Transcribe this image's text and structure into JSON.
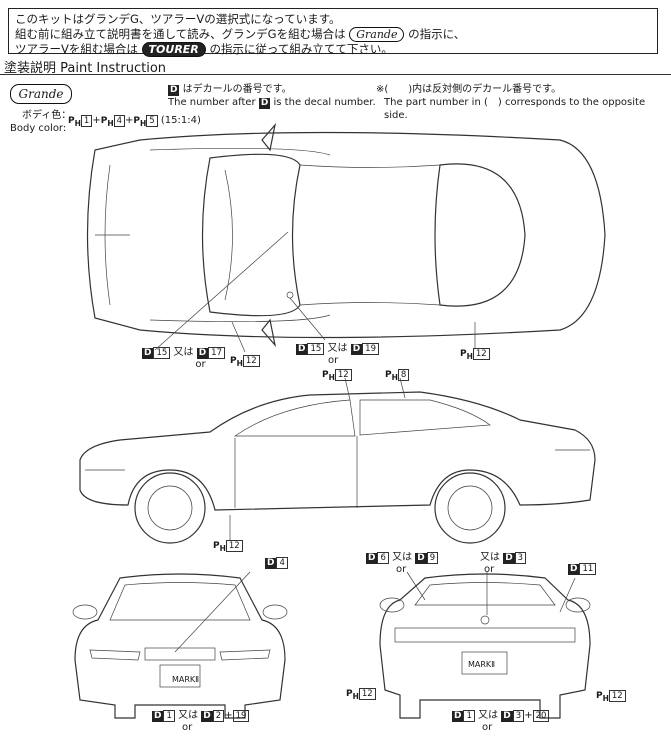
{
  "intro": {
    "line1": "このキットはグランデG、ツアラーVの選択式になっています。",
    "line2a": "組む前に組み立て説明書を通して読み、グランデGを組む場合は",
    "line2b": "の指示に、",
    "line3a": "ツアラーVを組む場合は",
    "line3b": "の指示に従って組み立てて下さい。",
    "grande_badge": "Grande",
    "tourer_badge": "TOURER"
  },
  "section": {
    "title": "塗装説明 Paint Instruction"
  },
  "grande_tab": "Grande",
  "decal_note": {
    "jp": "はデカールの番号です。",
    "en1": "The number after",
    "en2": "is the decal number.",
    "d": "D"
  },
  "opposite_note": {
    "jp": "※(　　)内は反対側のデカール番号です。",
    "en": "The part number in (　) corresponds to the opposite side."
  },
  "body_color": {
    "jp": "ボディ色：",
    "en": "Body color:",
    "p1": "1",
    "p2": "4",
    "p3": "5",
    "ratio": "(15:1:4)"
  },
  "labels": {
    "top_left_a": "15",
    "or_jp": "又は",
    "or_en": "or",
    "top_left_b": "17",
    "ph12_a": "12",
    "top_mid_a": "15",
    "top_mid_b": "19",
    "ph12_b": "12",
    "side_ph12": "12",
    "side_ph8": "8",
    "side_bottom_ph12": "12",
    "front_d4": "4",
    "front_bottom_a": "1",
    "front_bottom_b": "2",
    "front_bottom_c": "19",
    "rear_d6": "6",
    "rear_d9": "9",
    "rear_d3": "3",
    "rear_d11": "11",
    "rear_ph12_left": "12",
    "rear_ph12_right": "12",
    "rear_bottom_a": "1",
    "rear_bottom_b": "3",
    "rear_bottom_c": "20",
    "plate_front": "MARKⅡ",
    "plate_rear": "MARKⅡ"
  }
}
